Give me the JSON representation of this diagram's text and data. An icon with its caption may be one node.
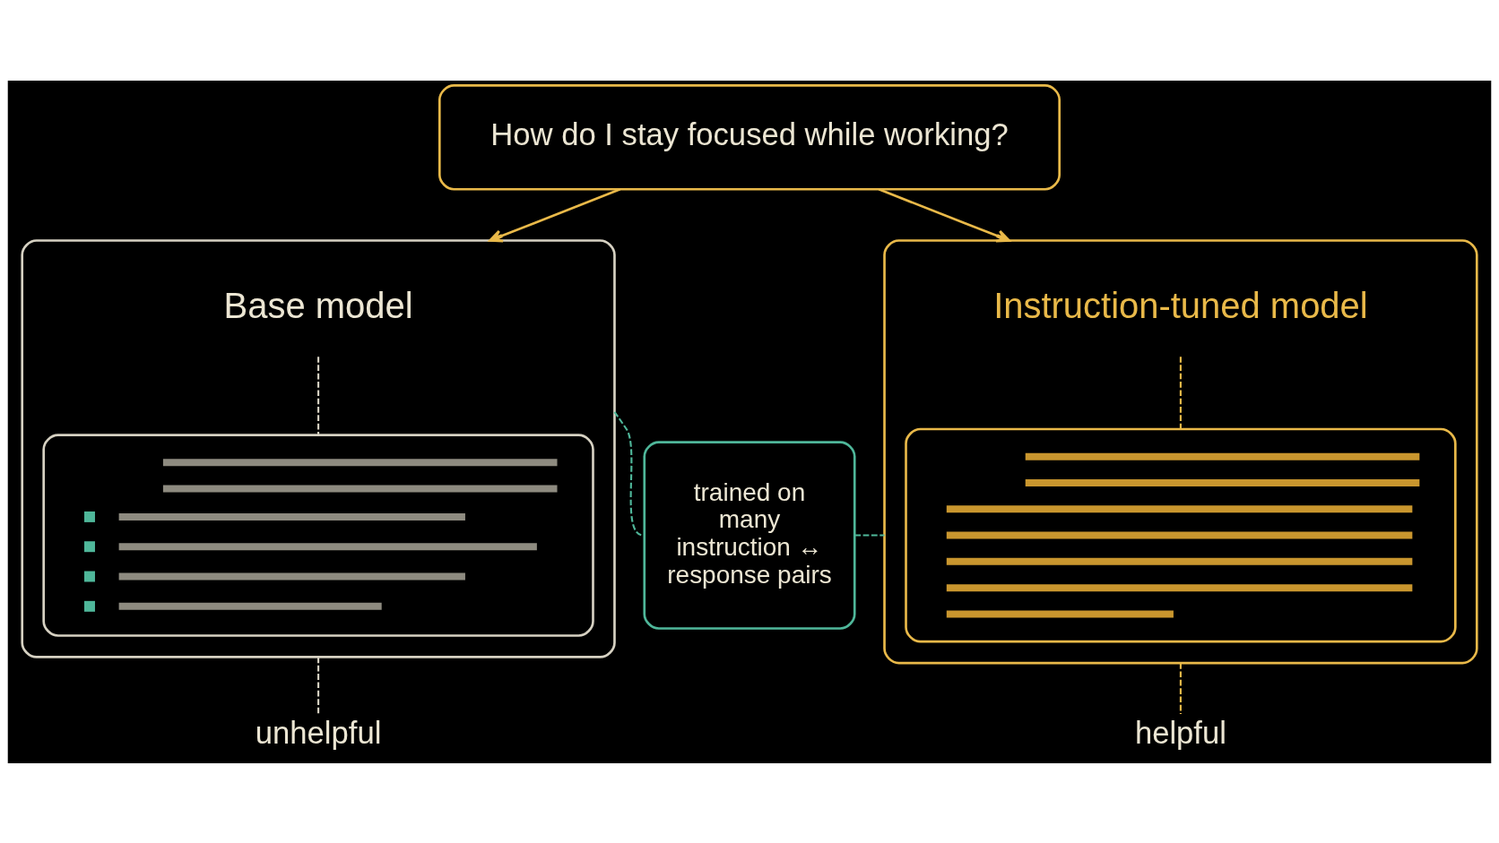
{
  "diagram": {
    "nodes": [
      {
        "text": [
          "How do I stay focused while working?"
        ]
      },
      {
        "text": [],
        "shape": "box"
      },
      {
        "text": [
          "Base model"
        ],
        "in": 1
      },
      {
        "text": [],
        "shape": "box",
        "in": 1
      },
      {
        "text": [
          "trained on many instruction ↔ response pairs"
        ]
      },
      {
        "text": [],
        "shape": "box"
      },
      {
        "text": [
          "Instruction-tuned model"
        ],
        "in": 5
      },
      {
        "text": [],
        "shape": "box",
        "in": 5
      },
      {
        "text": [
          "unhelpful"
        ]
      },
      {
        "text": [
          "helpful"
        ]
      }
    ],
    "edges": [
      {
        "from": 0,
        "to": 1,
        "arrow": "to",
        "color": "#e9b949"
      },
      {
        "from": 0,
        "to": 5,
        "arrow": "to",
        "color": "#e9b949"
      },
      {
        "from": 2,
        "to": 3,
        "arrow": "none",
        "style": "dashed",
        "color": "#d6d1c2"
      },
      {
        "from": 1,
        "to": 8,
        "arrow": "none",
        "style": "dashed",
        "color": "#d6d1c2"
      },
      {
        "from": 1,
        "to": 4,
        "arrow": "none",
        "style": "dashed",
        "color": "#4fb79a"
      },
      {
        "from": 4,
        "to": 5,
        "arrow": "none",
        "style": "dashed",
        "color": "#4fb79a"
      },
      {
        "from": 6,
        "to": 7,
        "arrow": "none",
        "style": "dashed",
        "color": "#e9b949"
      },
      {
        "from": 5,
        "to": 9,
        "arrow": "none",
        "style": "dashed",
        "color": "#e9b949"
      }
    ]
  }
}
